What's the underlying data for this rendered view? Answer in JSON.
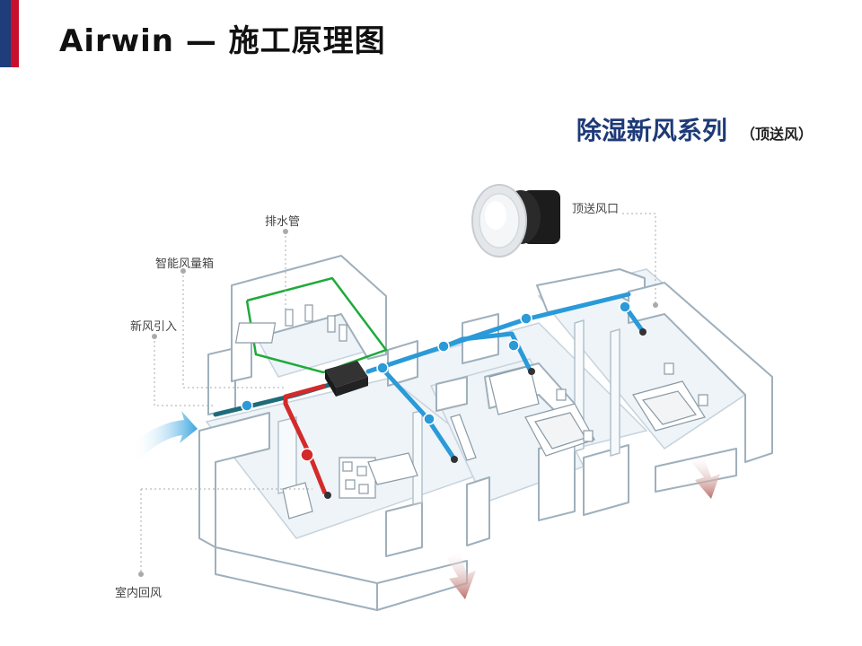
{
  "header": {
    "title": "Airwin — 施工原理图",
    "accent_colors": {
      "blue": "#1f3d7a",
      "red": "#c8102e"
    }
  },
  "subtitle": {
    "main": "除湿新风系列",
    "sub": "（顶送风）"
  },
  "labels": {
    "drain_pipe": "排水管",
    "smart_air_box": "智能风量箱",
    "fresh_air_intake": "新风引入",
    "indoor_return_air": "室内回风",
    "top_supply_vent": "顶送风口"
  },
  "colors": {
    "fresh_air_duct": "#2a9ad8",
    "return_duct": "#d42a2a",
    "intake_duct": "#1e6b7a",
    "drain_box": "#1faa3a",
    "exhaust_arrow": "#c98a84"
  }
}
